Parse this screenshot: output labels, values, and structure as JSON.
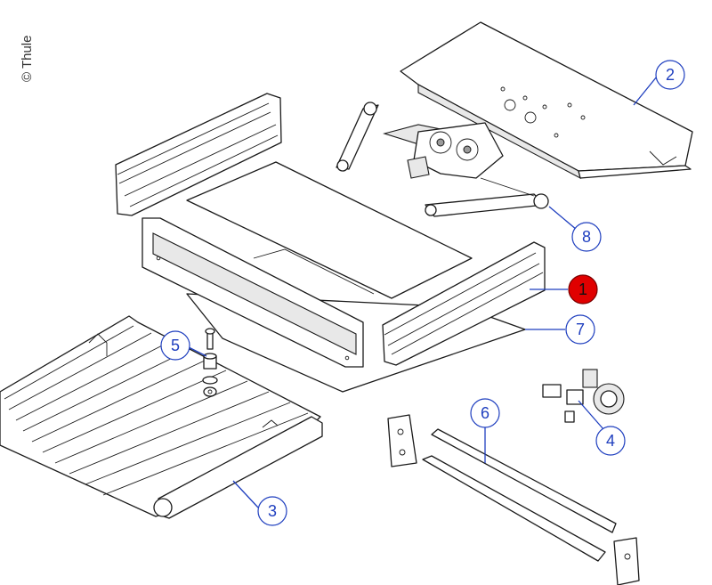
{
  "copyright": "© Thule",
  "callouts": [
    {
      "id": "1",
      "highlight": true
    },
    {
      "id": "2"
    },
    {
      "id": "3"
    },
    {
      "id": "4"
    },
    {
      "id": "5"
    },
    {
      "id": "6"
    },
    {
      "id": "7"
    },
    {
      "id": "8"
    }
  ],
  "colors": {
    "callout_blue": "#1f3fbf",
    "highlight_red": "#e00000"
  }
}
